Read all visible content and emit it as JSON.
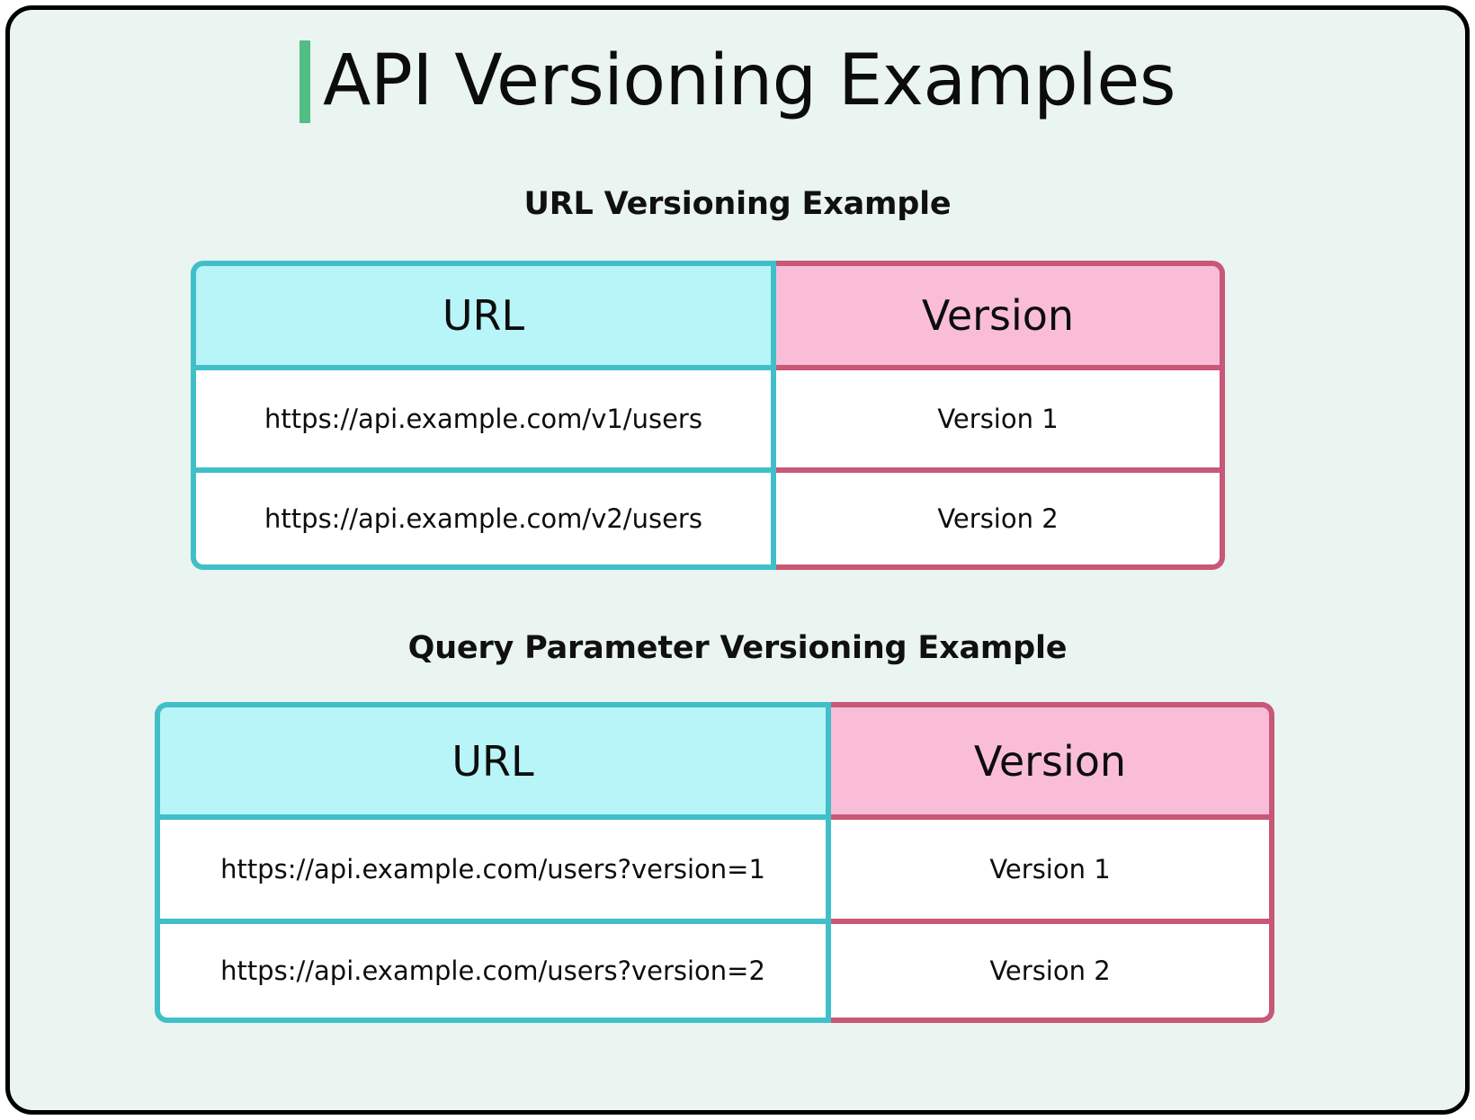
{
  "page": {
    "title": "API Versioning Examples",
    "accent_color": "#52bd85",
    "background_color": "#eaf4f0",
    "border_color": "#000000"
  },
  "colors": {
    "url_border": "#41bfc9",
    "url_header_fill": "#b8f5f8",
    "version_border": "#c85877",
    "version_header_fill": "#fabdd8",
    "cell_fill": "#ffffff"
  },
  "sections": [
    {
      "heading": "URL Versioning Example",
      "table": {
        "columns": [
          "URL",
          "Version"
        ],
        "rows": [
          [
            "https://api.example.com/v1/users",
            "Version 1"
          ],
          [
            "https://api.example.com/v2/users",
            "Version 2"
          ]
        ]
      }
    },
    {
      "heading": "Query Parameter Versioning Example",
      "table": {
        "columns": [
          "URL",
          "Version"
        ],
        "rows": [
          [
            "https://api.example.com/users?version=1",
            "Version 1"
          ],
          [
            "https://api.example.com/users?version=2",
            "Version 2"
          ]
        ]
      }
    }
  ]
}
